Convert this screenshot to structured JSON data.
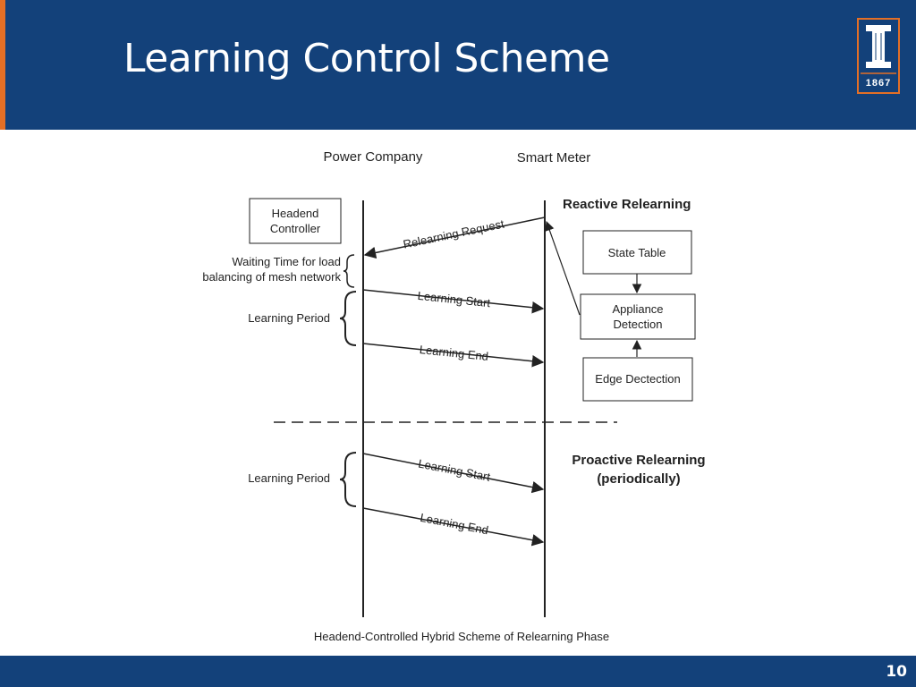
{
  "slide": {
    "title": "Learning Control Scheme",
    "page_number": "10"
  },
  "logo": {
    "year": "1867"
  },
  "diagram": {
    "lane_left_label": "Power Company",
    "lane_right_label": "Smart Meter",
    "headend_box": [
      "Headend",
      "Controller"
    ],
    "reactive_label": "Reactive Relearning",
    "proactive_label": [
      "Proactive Relearning",
      "(periodically)"
    ],
    "waiting_label": [
      "Waiting Time for load",
      "balancing of mesh network"
    ],
    "period_label_1": "Learning Period",
    "period_label_2": "Learning Period",
    "relearning_request": "Relearning Request",
    "learning_start_1": "Learning Start",
    "learning_end_1": "Learning End",
    "learning_start_2": "Learning Start",
    "learning_end_2": "Learning End",
    "state_table": "State Table",
    "appliance_detection": [
      "Appliance",
      "Detection"
    ],
    "edge_detection": "Edge Dectection",
    "caption": "Headend-Controlled Hybrid Scheme of Relearning Phase"
  },
  "colors": {
    "header_blue": "#13417a",
    "accent_orange": "#e36f26"
  }
}
